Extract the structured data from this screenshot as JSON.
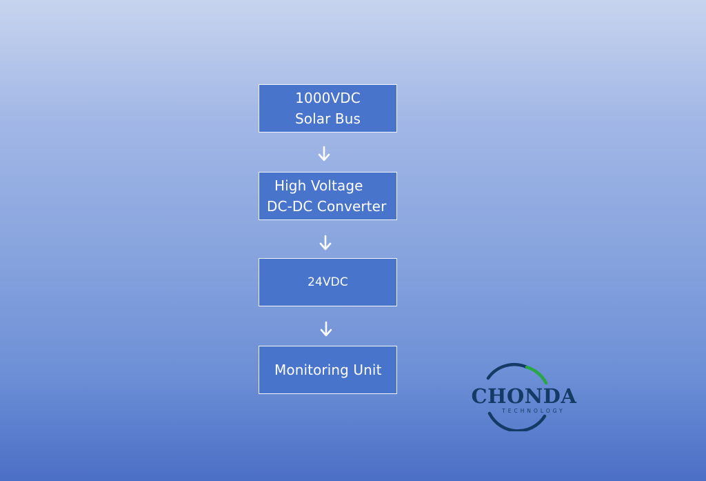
{
  "diagram": {
    "nodes": [
      {
        "lines": [
          "1000VDC",
          "Solar Bus"
        ]
      },
      {
        "lines": [
          "High Voltage",
          "DC-DC Converter"
        ]
      },
      {
        "lines": [
          "24VDC"
        ]
      },
      {
        "lines": [
          "Monitoring Unit"
        ]
      }
    ],
    "node_fill": "#4874cc",
    "node_border": "#f2f5fb",
    "arrow_color": "#ffffff"
  },
  "logo": {
    "brand": "CHONDA",
    "tagline": "TECHNOLOGY",
    "brand_color": "#163a66",
    "ring_color": "#163a66",
    "accent_color": "#28a745"
  }
}
